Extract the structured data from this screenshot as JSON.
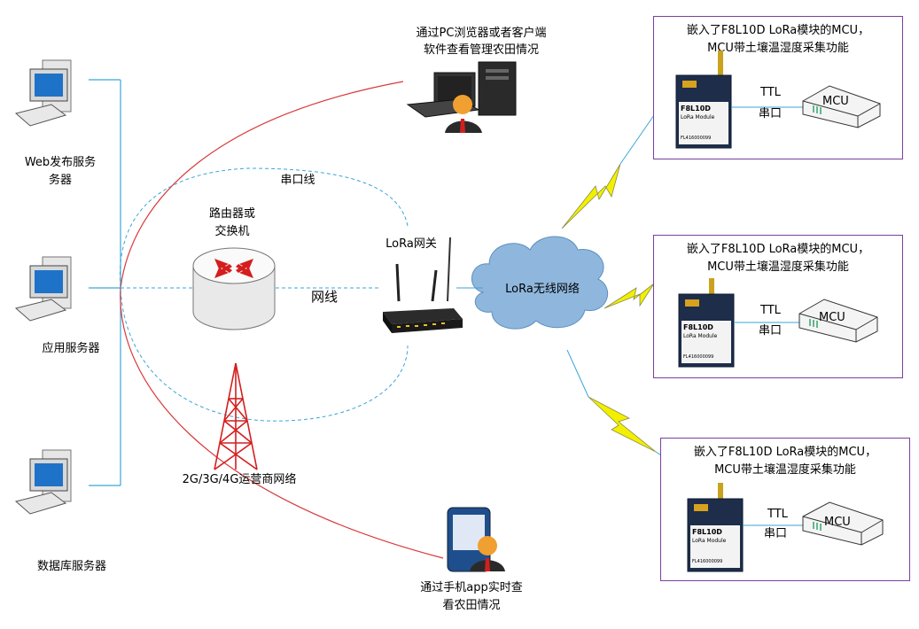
{
  "servers": {
    "web_label": "Web发布服务\n务器",
    "app_label": "应用服务器",
    "db_label": "数据库服务器"
  },
  "router_label_line1": "路由器或",
  "router_label_line2": "交换机",
  "serial_line_label": "串口线",
  "network_line_label": "网线",
  "gateway_label": "LoRa网关",
  "cloud_label": "LoRa无线网络",
  "tower_label": "2G/3G/4G运营商网络",
  "pc_caption_line1": "通过PC浏览器或者客户端",
  "pc_caption_line2": "软件查看管理农田情况",
  "phone_caption_line1": "通过手机app实时查",
  "phone_caption_line2": "看农田情况",
  "nodes": [
    {
      "caption_line1": "嵌入了F8L10D LoRa模块的MCU，",
      "caption_line2": "MCU带土壤温湿度采集功能",
      "ttl": "TTL",
      "serial": "串口",
      "mcu": "MCU",
      "module_name": "F8L10D",
      "module_sub": "LoRa Module",
      "module_barcode": "FL416000099"
    },
    {
      "caption_line1": "嵌入了F8L10D LoRa模块的MCU，",
      "caption_line2": "MCU带土壤温湿度采集功能",
      "ttl": "TTL",
      "serial": "串口",
      "mcu": "MCU",
      "module_name": "F8L10D",
      "module_sub": "LoRa Module",
      "module_barcode": "FL416000099"
    },
    {
      "caption_line1": "嵌入了F8L10D LoRa模块的MCU，",
      "caption_line2": "MCU带土壤温湿度采集功能",
      "ttl": "TTL",
      "serial": "串口",
      "mcu": "MCU",
      "module_name": "F8L10D",
      "module_sub": "LoRa Module",
      "module_barcode": "FL416000099"
    }
  ],
  "colors": {
    "red_line": "#d93a3a",
    "blue_line": "#3aa6d8",
    "lightning": "#f2f000",
    "box_border": "#7a3f9e",
    "cloud": "#8fb7dd"
  }
}
